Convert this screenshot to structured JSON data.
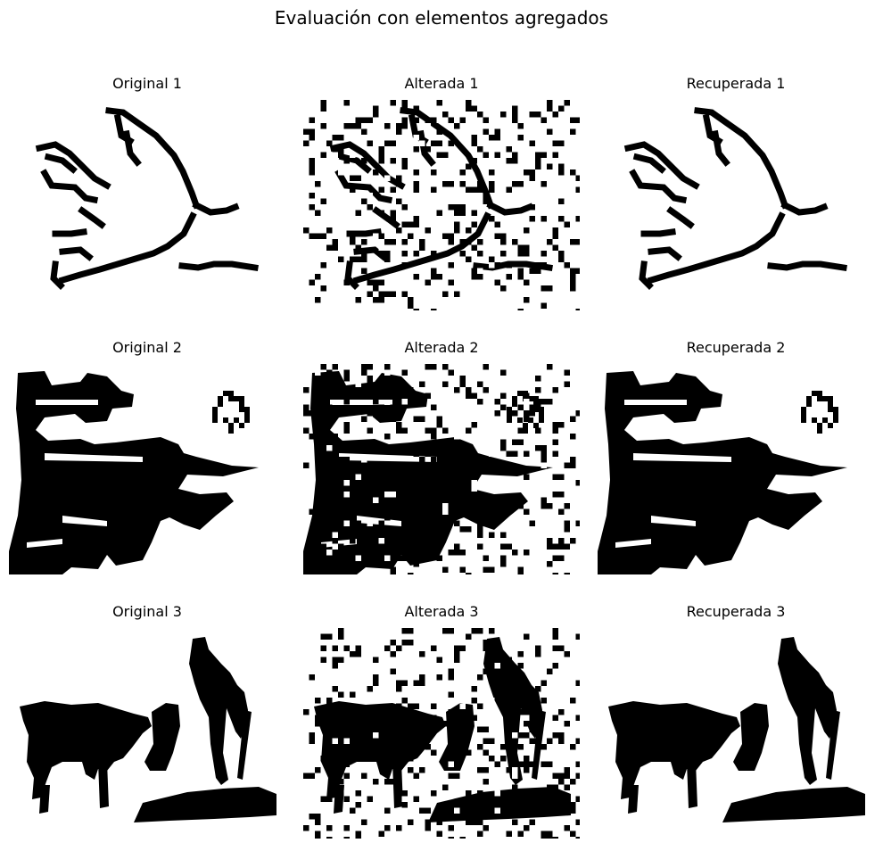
{
  "figure": {
    "title": "Evaluación con elementos agregados",
    "panels": [
      {
        "title": "Original 1",
        "kind": "original",
        "image": 1
      },
      {
        "title": "Alterada 1",
        "kind": "altered",
        "image": 1
      },
      {
        "title": "Recuperada 1",
        "kind": "recovered",
        "image": 1
      },
      {
        "title": "Original 2",
        "kind": "original",
        "image": 2
      },
      {
        "title": "Alterada 2",
        "kind": "altered",
        "image": 2
      },
      {
        "title": "Recuperada 2",
        "kind": "recovered",
        "image": 2
      },
      {
        "title": "Original 3",
        "kind": "original",
        "image": 3
      },
      {
        "title": "Alterada 3",
        "kind": "altered",
        "image": 3
      },
      {
        "title": "Recuperada 3",
        "kind": "recovered",
        "image": 3
      }
    ],
    "images": {
      "1": {
        "subject": "dove",
        "noise_level": 0.38
      },
      "2": {
        "subject": "landscape",
        "noise_level": 0.34
      },
      "3": {
        "subject": "bullfighter",
        "noise_level": 0.36
      }
    },
    "colors": {
      "ink": "#000000",
      "paper": "#ffffff"
    }
  }
}
